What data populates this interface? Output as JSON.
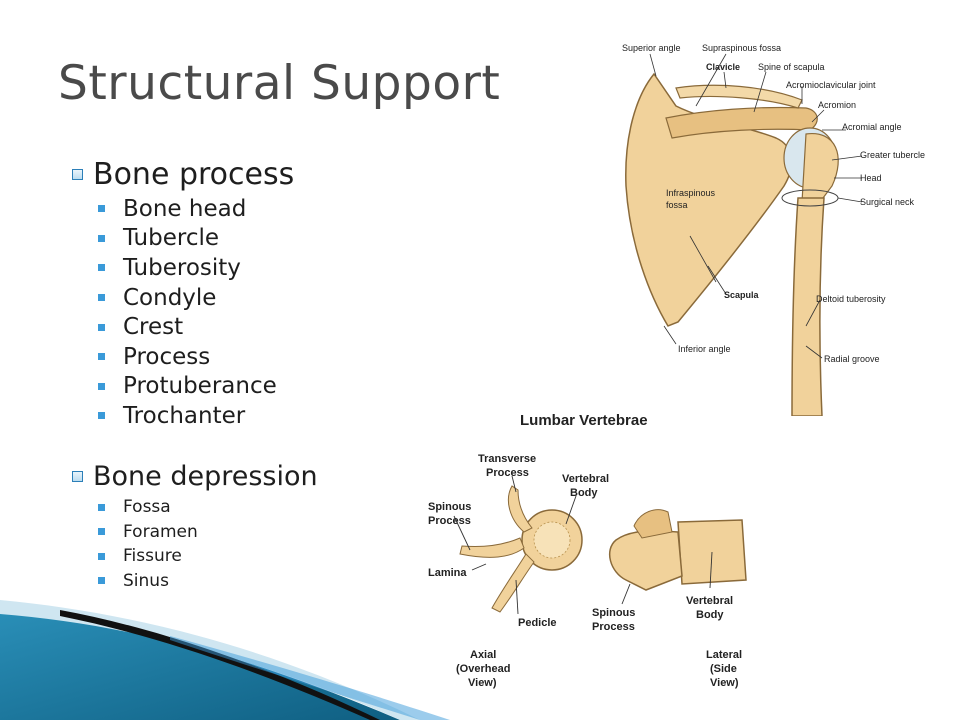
{
  "slide": {
    "title": "Structural Support",
    "sections": [
      {
        "heading": "Bone process",
        "items": [
          "Bone head",
          "Tubercle",
          "Tuberosity",
          "Condyle",
          "Crest",
          "Process",
          "Protuberance",
          "Trochanter"
        ]
      },
      {
        "heading": "Bone depression",
        "items": [
          "Fossa",
          "Foramen",
          "Fissure",
          "Sinus"
        ]
      }
    ]
  },
  "figure_shoulder": {
    "labels": {
      "superior_angle": "Superior angle",
      "supraspinous_fossa": "Supraspinous fossa",
      "clavicle": "Clavicle",
      "spine_of_scapula": "Spine of scapula",
      "acromioclavicular_joint": "Acromioclavicular joint",
      "acromion": "Acromion",
      "acromial_angle": "Acromial angle",
      "greater_tubercle": "Greater tubercle",
      "head": "Head",
      "infraspinous_fossa_1": "Infraspinous",
      "infraspinous_fossa_2": "fossa",
      "surgical_neck": "Surgical neck",
      "scapula": "Scapula",
      "deltoid_tuberosity": "Deltoid tuberosity",
      "inferior_angle": "Inferior angle",
      "radial_groove": "Radial groove"
    }
  },
  "figure_vertebrae": {
    "title": "Lumbar Vertebrae",
    "labels": {
      "transverse_1": "Transverse",
      "transverse_2": "Process",
      "vertebral_body_1": "Vertebral",
      "vertebral_body_2": "Body",
      "spinous_1": "Spinous",
      "spinous_2": "Process",
      "lamina": "Lamina",
      "pedicle": "Pedicle",
      "spinous_lat_1": "Spinous",
      "spinous_lat_2": "Process",
      "vertebral_lat_1": "Vertebral",
      "vertebral_lat_2": "Body",
      "axial_1": "Axial",
      "axial_2": "(Overhead",
      "axial_3": "View)",
      "lateral_1": "Lateral",
      "lateral_2": "(Side",
      "lateral_3": "View)"
    }
  },
  "colors": {
    "bullet_blue": "#3a9ad9",
    "bone": "#f1d29b",
    "deco_teal": "#1b7fa6"
  }
}
